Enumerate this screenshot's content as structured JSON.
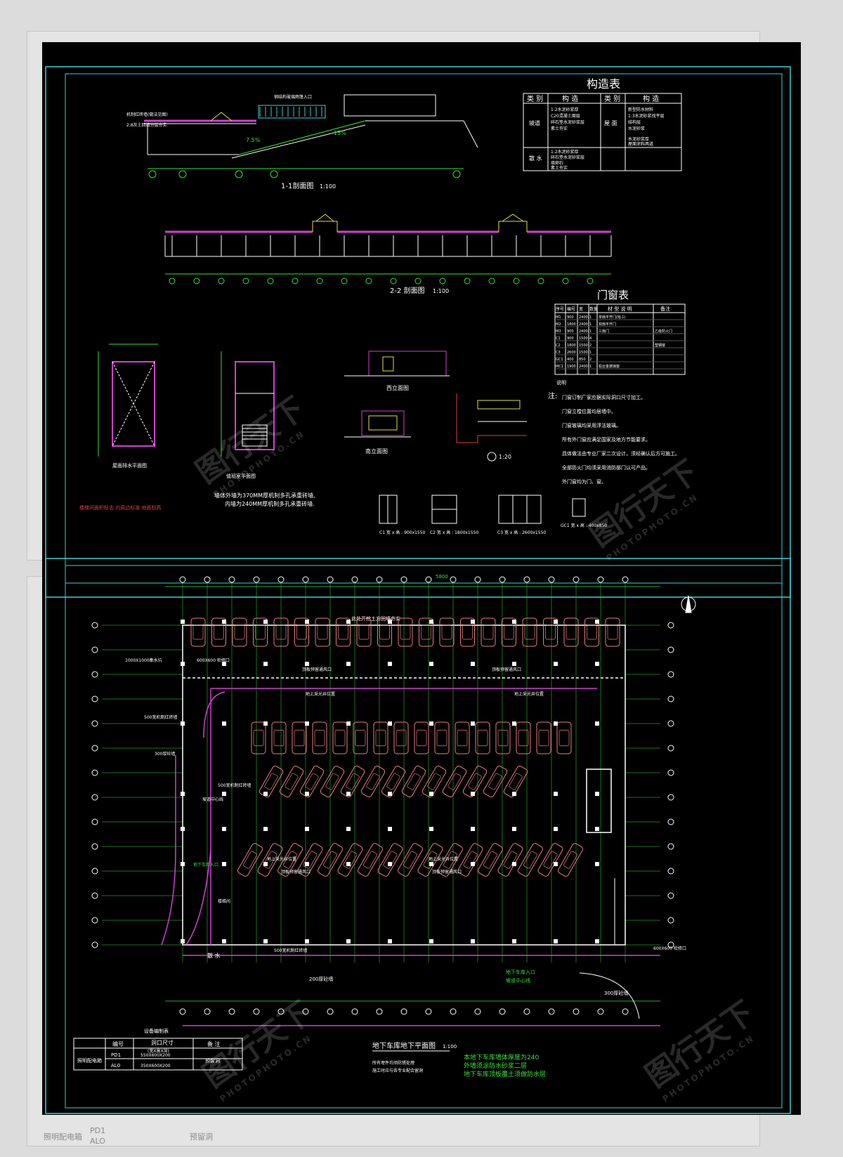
{
  "sheet1": {
    "section_1_1": {
      "title": "1-1剖面图",
      "scale": "1:100"
    },
    "section_2_2": {
      "title": "2-2 剖面图",
      "scale": "1:100"
    },
    "construction_table": {
      "title": "构造表",
      "headers": [
        "类 别",
        "构 造",
        "类 别",
        "构 造"
      ],
      "rows": [
        {
          "cat": "坡道",
          "desc": [
            "1:2水泥砂浆厚",
            "C20混凝土面层",
            "碎石垫水泥砂浆层",
            "素土夯实"
          ],
          "cat2": "屋 面",
          "desc2": [
            "新型防水材料",
            "1:3水泥砂浆找平层",
            "结构层",
            "水泥砂浆"
          ]
        },
        {
          "cat": "散 水",
          "desc": [
            "1:2水泥砂浆厚",
            "碎石垫水泥砂浆层",
            "填卵石",
            "素土夯实"
          ],
          "cat2": "",
          "desc2": [
            "水泥砂浆厚",
            "屋面涂料两道"
          ]
        }
      ]
    },
    "door_table": {
      "title": "门窗表",
      "headers": [
        "序号",
        "编号",
        "宽",
        "数量",
        "材 型 说 明",
        "备注"
      ],
      "rows": [
        [
          "M1",
          "900",
          "2400",
          "1",
          "单扇平开门(8J-1)",
          ""
        ],
        [
          "M2",
          "1800",
          "2400",
          "1",
          "双扇平开门",
          ""
        ],
        [
          "M3",
          "900",
          "2400",
          "1",
          "三扇门",
          "乙级防火门"
        ],
        [
          "C1",
          "900",
          "1500",
          "4",
          "",
          ""
        ],
        [
          "C2",
          "1800",
          "1500",
          "2",
          "",
          "塑钢窗"
        ],
        [
          "C3",
          "2600",
          "1500",
          "1",
          "",
          ""
        ],
        [
          "GC1",
          "400",
          "850",
          "2",
          "",
          ""
        ],
        [
          "MC1",
          "1900",
          "2400",
          "1",
          "铝合金玻璃窗",
          ""
        ]
      ]
    },
    "note_header": "说明",
    "notes": [
      "门窗订制厂家应据实际洞口尺寸加工。",
      "门窗立樘位置均居墙中。",
      "门窗玻璃均采用浮法玻璃。",
      "所有外门窗应满足国家及地方节能要求。",
      "具体做法由专业厂家二次设计，须经确认后方可施工。",
      "全部防火门均须采用消防部门认可产品。",
      "外门窗均为门、窗。"
    ],
    "notes_label": "注:",
    "views": {
      "guard_plan": "屋面排水平面图",
      "duty_plan": "值班室平面图",
      "west_elev": "西立面图",
      "south_elev": "南立面图",
      "detail": "1:20"
    },
    "wall_notes": [
      "墙体外墙为370MM厚机制多孔承重砖墙,",
      "内墙为240MM厚机制多孔承重砖墙."
    ],
    "win_labels": [
      "C1 宽 x 高 : 900x1550",
      "C2 宽 x 高 : 1800x1550",
      "C3 宽 x 高 : 2600x1550",
      "GC1 宽 x 高 : 400x850"
    ],
    "red_note": "楼梯间面积标志 内周边标准 地面标高"
  },
  "sheet2": {
    "title": "地下车库地下平面图",
    "scale": "1:100",
    "labels": {
      "top_dim": "5800",
      "ramp_center": "坡道中心线",
      "entry": "地下车库入口",
      "wall300": "300厚砼墙",
      "wall300b": "300厚砼墙",
      "wall200": "200厚砼墙",
      "wall500": "500宽机制红砖墙",
      "drain": "散 水",
      "vent": "地上采光井位置",
      "vent2": "顶板预留通风口",
      "shaft": "600X600 检修口",
      "pump": "1000X1000集水坑",
      "stair": "楼梯间"
    },
    "equip_table": {
      "title": "设备编制表",
      "headers": [
        "编号",
        "洞口尺寸",
        "备 注"
      ],
      "sub_header": "(宽X高X深)",
      "category": "照明配电箱",
      "rows": [
        [
          "PD1",
          "550X600X200",
          "预留洞"
        ],
        [
          "AL0",
          "350X600X200",
          ""
        ]
      ]
    },
    "green_notes": [
      "本地下车库墙体厚度为240",
      "外墙须涂防水砂浆二层",
      "地下车库顶板覆土须做防水层"
    ],
    "white_notes": [
      "所有埋件均须防锈处理",
      "施工时应与各专业配合留洞"
    ],
    "top_note": "此处开挖土方回填夯实"
  },
  "watermark": {
    "big": "图行天下",
    "small": "PHOTOPHOTO.CN"
  },
  "ghost_bottom": {
    "label1": "照明配电箱",
    "code1": "PD1",
    "code2": "ALO",
    "extra": "预留洞"
  },
  "colors": {
    "frame": "#3fd0d0",
    "line_white": "#ffffff",
    "line_green": "#38e038",
    "line_magenta": "#d040d0",
    "line_red": "#e04040",
    "line_yellow": "#e0e040",
    "car": "#e68080"
  }
}
